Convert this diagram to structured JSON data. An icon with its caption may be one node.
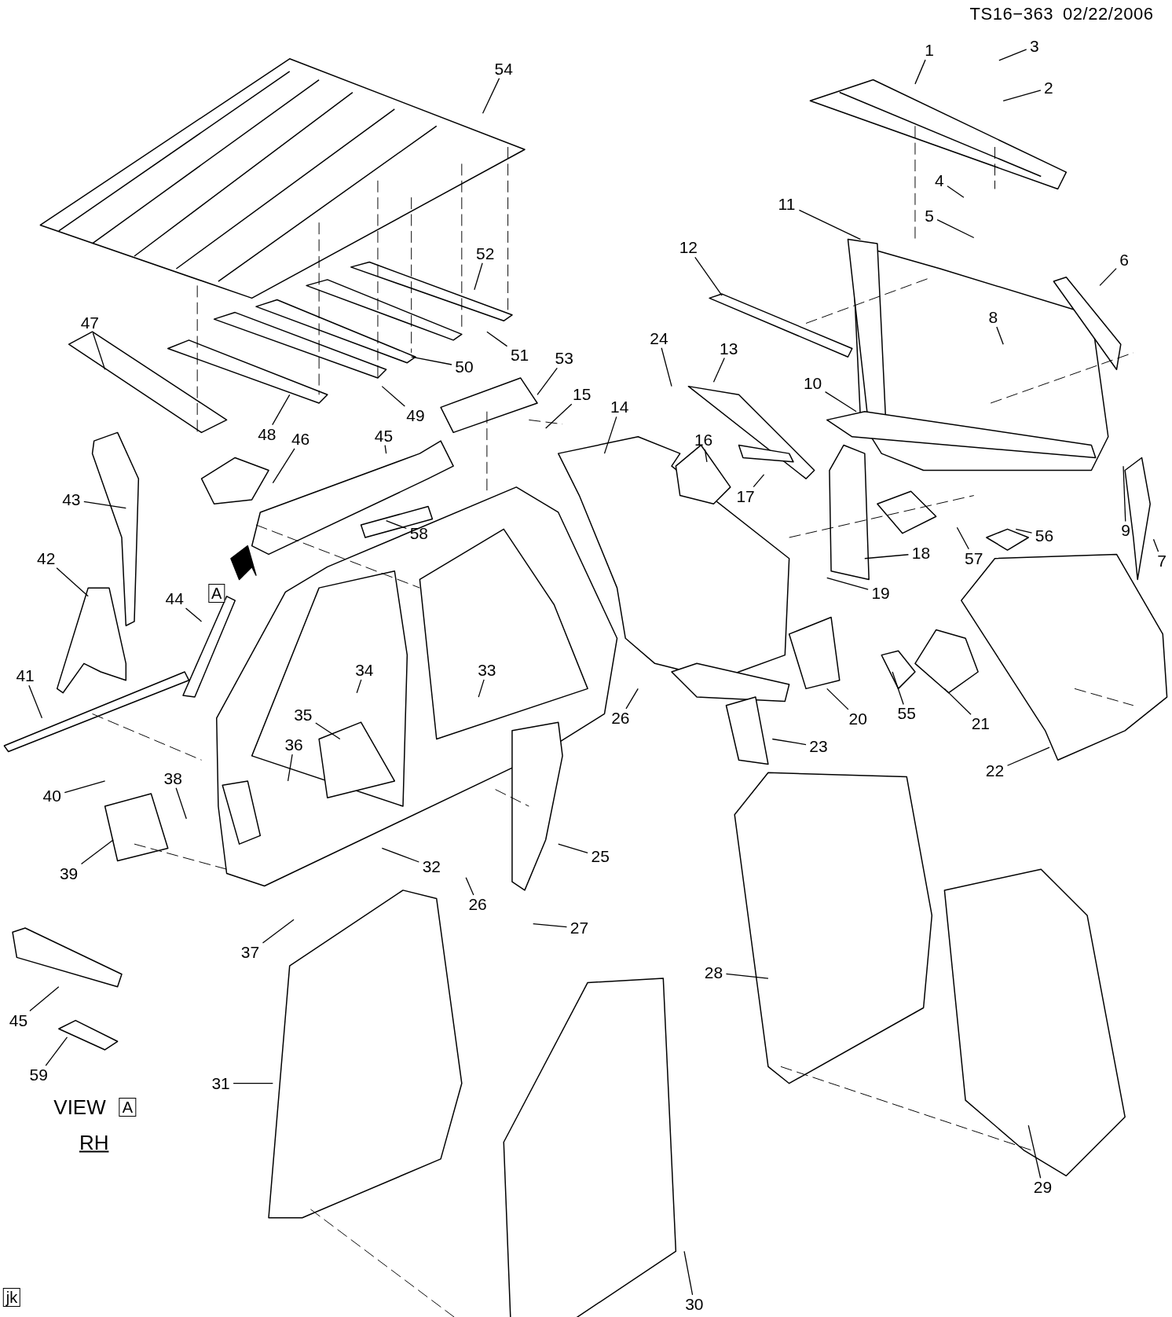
{
  "diagram": {
    "nodes": [
      {
        "text": [
          "1"
        ]
      },
      {
        "text": [
          "3"
        ]
      },
      {
        "text": [
          "2"
        ]
      },
      {
        "text": [
          "4"
        ]
      },
      {
        "text": [
          "5"
        ]
      },
      {
        "text": [
          "6"
        ]
      },
      {
        "text": [
          "11"
        ]
      },
      {
        "text": [
          "12"
        ]
      },
      {
        "text": [
          "8"
        ]
      },
      {
        "text": [
          "10"
        ]
      },
      {
        "text": [
          "24"
        ]
      },
      {
        "text": [
          "13"
        ]
      },
      {
        "text": [
          "14"
        ]
      },
      {
        "text": [
          "15"
        ]
      },
      {
        "text": [
          "53"
        ]
      },
      {
        "text": [
          "16"
        ]
      },
      {
        "text": [
          "17"
        ]
      },
      {
        "text": [
          "9"
        ]
      },
      {
        "text": [
          "7"
        ]
      },
      {
        "text": [
          "57"
        ]
      },
      {
        "text": [
          "56"
        ]
      },
      {
        "text": [
          "18"
        ]
      },
      {
        "text": [
          "19"
        ]
      },
      {
        "text": [
          "54"
        ]
      },
      {
        "text": [
          "52"
        ]
      },
      {
        "text": [
          "51"
        ]
      },
      {
        "text": [
          "50"
        ]
      },
      {
        "text": [
          "49"
        ]
      },
      {
        "text": [
          "48"
        ]
      },
      {
        "text": [
          "47"
        ]
      },
      {
        "text": [
          "46"
        ]
      },
      {
        "text": [
          "45"
        ]
      },
      {
        "text": [
          "58"
        ]
      },
      {
        "text": [
          "43"
        ]
      },
      {
        "text": [
          "42"
        ]
      },
      {
        "text": [
          "44"
        ]
      },
      {
        "text": [
          "41"
        ]
      },
      {
        "text": [
          "34"
        ]
      },
      {
        "text": [
          "35"
        ]
      },
      {
        "text": [
          "36"
        ]
      },
      {
        "text": [
          "33"
        ]
      },
      {
        "text": [
          "26"
        ]
      },
      {
        "text": [
          "20"
        ]
      },
      {
        "text": [
          "55"
        ]
      },
      {
        "text": [
          "21"
        ]
      },
      {
        "text": [
          "23"
        ]
      },
      {
        "text": [
          "22"
        ]
      },
      {
        "text": [
          "40"
        ]
      },
      {
        "text": [
          "38"
        ]
      },
      {
        "text": [
          "39"
        ]
      },
      {
        "text": [
          "32"
        ]
      },
      {
        "text": [
          "25"
        ]
      },
      {
        "text": [
          "26"
        ]
      },
      {
        "text": [
          "27"
        ]
      },
      {
        "text": [
          "37"
        ]
      },
      {
        "text": [
          "28"
        ]
      },
      {
        "text": [
          "45"
        ]
      },
      {
        "text": [
          "59"
        ]
      },
      {
        "text": [
          "31"
        ]
      },
      {
        "text": [
          "29"
        ]
      },
      {
        "text": [
          "30"
        ]
      }
    ],
    "edges": [
      {
        "from": 0,
        "to": null,
        "arrow": "none"
      },
      {
        "from": 1,
        "to": null,
        "arrow": "none"
      },
      {
        "from": 2,
        "to": null,
        "arrow": "none"
      },
      {
        "from": 3,
        "to": null,
        "arrow": "none"
      },
      {
        "from": 4,
        "to": null,
        "arrow": "none"
      },
      {
        "from": 5,
        "to": null,
        "arrow": "none"
      },
      {
        "from": 6,
        "to": null,
        "arrow": "none"
      },
      {
        "from": 7,
        "to": null,
        "arrow": "none"
      },
      {
        "from": 8,
        "to": null,
        "arrow": "none"
      },
      {
        "from": 9,
        "to": null,
        "arrow": "none"
      },
      {
        "from": 10,
        "to": null,
        "arrow": "none"
      },
      {
        "from": 11,
        "to": null,
        "arrow": "none"
      },
      {
        "from": 12,
        "to": null,
        "arrow": "none"
      },
      {
        "from": 13,
        "to": null,
        "arrow": "none"
      },
      {
        "from": 14,
        "to": null,
        "arrow": "none"
      },
      {
        "from": 15,
        "to": null,
        "arrow": "none"
      },
      {
        "from": 16,
        "to": null,
        "arrow": "none"
      },
      {
        "from": 17,
        "to": null,
        "arrow": "none"
      },
      {
        "from": 18,
        "to": null,
        "arrow": "none"
      },
      {
        "from": 19,
        "to": null,
        "arrow": "none"
      },
      {
        "from": 20,
        "to": null,
        "arrow": "none"
      },
      {
        "from": 21,
        "to": null,
        "arrow": "none"
      },
      {
        "from": 22,
        "to": null,
        "arrow": "none"
      },
      {
        "from": 23,
        "to": null,
        "arrow": "none"
      },
      {
        "from": 24,
        "to": null,
        "arrow": "none"
      },
      {
        "from": 25,
        "to": null,
        "arrow": "none"
      },
      {
        "from": 26,
        "to": null,
        "arrow": "none"
      },
      {
        "from": 27,
        "to": null,
        "arrow": "none"
      },
      {
        "from": 28,
        "to": null,
        "arrow": "none"
      },
      {
        "from": 29,
        "to": null,
        "arrow": "none"
      },
      {
        "from": 30,
        "to": null,
        "arrow": "none"
      },
      {
        "from": 31,
        "to": null,
        "arrow": "none"
      },
      {
        "from": 32,
        "to": null,
        "arrow": "none"
      },
      {
        "from": 33,
        "to": null,
        "arrow": "none"
      },
      {
        "from": 34,
        "to": null,
        "arrow": "none"
      },
      {
        "from": 35,
        "to": null,
        "arrow": "none"
      },
      {
        "from": 36,
        "to": null,
        "arrow": "none"
      },
      {
        "from": 37,
        "to": null,
        "arrow": "none"
      },
      {
        "from": 38,
        "to": null,
        "arrow": "none"
      },
      {
        "from": 39,
        "to": null,
        "arrow": "none"
      },
      {
        "from": 40,
        "to": null,
        "arrow": "none"
      },
      {
        "from": 41,
        "to": null,
        "arrow": "none"
      },
      {
        "from": 42,
        "to": null,
        "arrow": "none"
      },
      {
        "from": 43,
        "to": null,
        "arrow": "none"
      },
      {
        "from": 44,
        "to": null,
        "arrow": "none"
      },
      {
        "from": 45,
        "to": null,
        "arrow": "none"
      },
      {
        "from": 46,
        "to": null,
        "arrow": "none"
      },
      {
        "from": 47,
        "to": null,
        "arrow": "none"
      },
      {
        "from": 48,
        "to": null,
        "arrow": "none"
      },
      {
        "from": 49,
        "to": null,
        "arrow": "none"
      },
      {
        "from": 50,
        "to": null,
        "arrow": "none"
      },
      {
        "from": 51,
        "to": null,
        "arrow": "none"
      },
      {
        "from": 52,
        "to": null,
        "arrow": "none"
      },
      {
        "from": 53,
        "to": null,
        "arrow": "none"
      },
      {
        "from": 54,
        "to": null,
        "arrow": "none"
      },
      {
        "from": 55,
        "to": null,
        "arrow": "none"
      },
      {
        "from": 56,
        "to": null,
        "arrow": "none"
      },
      {
        "from": 57,
        "to": null,
        "arrow": "none"
      },
      {
        "from": 58,
        "to": null,
        "arrow": "none"
      },
      {
        "from": 59,
        "to": null,
        "arrow": "none"
      },
      {
        "from": 60,
        "to": null,
        "arrow": "none"
      }
    ],
    "labels": [
      "TS16−363",
      "02/22/2006",
      "A",
      "VIEW",
      "A",
      "RH",
      "jk"
    ]
  }
}
